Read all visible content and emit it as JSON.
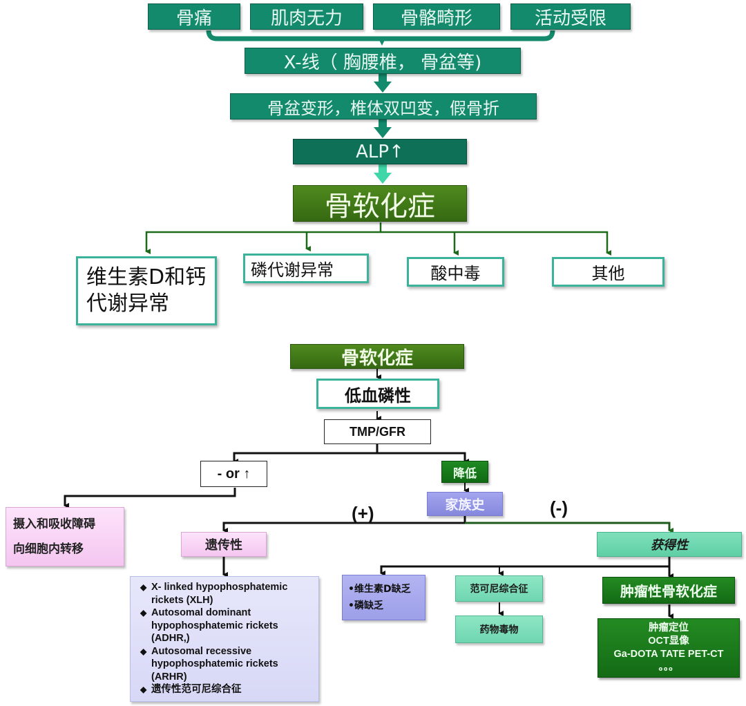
{
  "top_section": {
    "symptoms": [
      "骨痛",
      "肌肉无力",
      "骨骼畸形",
      "活动受限"
    ],
    "xray": "X-线（ 胸腰椎， 骨盆等)",
    "findings": "骨盆变形，椎体双凹变，假骨折",
    "alp": "ALP↑",
    "diagnosis": "骨软化症",
    "causes": [
      {
        "line1": "维生素D和钙",
        "line2": "代谢异常"
      },
      {
        "line1": "磷代谢异常"
      },
      {
        "line1": "酸中毒"
      },
      {
        "line1": "其他"
      }
    ]
  },
  "bottom_section": {
    "diagnosis": "骨软化症",
    "hypophosphatemic": "低血磷性",
    "tmp_gfr": "TMP/GFR",
    "normal_or_high": "- or ↑",
    "decreased": "降低",
    "intake_box": [
      "摄入和吸收障碍",
      "向细胞内转移"
    ],
    "family_history": "家族史",
    "positive_label": "(+)",
    "negative_label": "(-)",
    "hereditary": "遗传性",
    "acquired": "获得性",
    "hereditary_list": [
      "X- linked hypophosphatemic rickets (XLH)",
      "Autosomal dominant hypophosphatemic rickets (ADHR,)",
      "Autosomal recessive hypophosphatemic rickets (ARHR)",
      "遗传性范可尼综合征"
    ],
    "deficiency_box": [
      "•维生素D缺乏",
      "•磷缺乏"
    ],
    "fanconi": "范可尼综合征",
    "drug_toxicity": "药物毒物",
    "tumor_induced": "肿瘤性骨软化症",
    "tumor_workup": [
      "肿瘤定位",
      "OCT显像",
      "Ga-DOTA TATE PET-CT",
      "。。。"
    ]
  },
  "colors": {
    "teal": "#138a6c",
    "olive_green": "#4f8a1e",
    "outline_teal": "#3bb39b",
    "green": "#1f8a22",
    "lavender": "#8587dc",
    "pink": "#f4c6f0",
    "mint": "#6fd6b1"
  }
}
